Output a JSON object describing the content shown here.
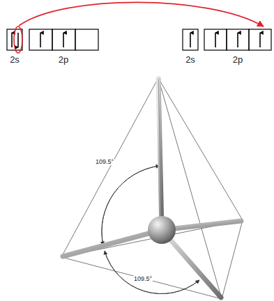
{
  "diagram": {
    "labels": [
      "2s",
      "2p",
      "2s",
      "2p",
      "109.5°",
      "109.5°"
    ]
  }
}
